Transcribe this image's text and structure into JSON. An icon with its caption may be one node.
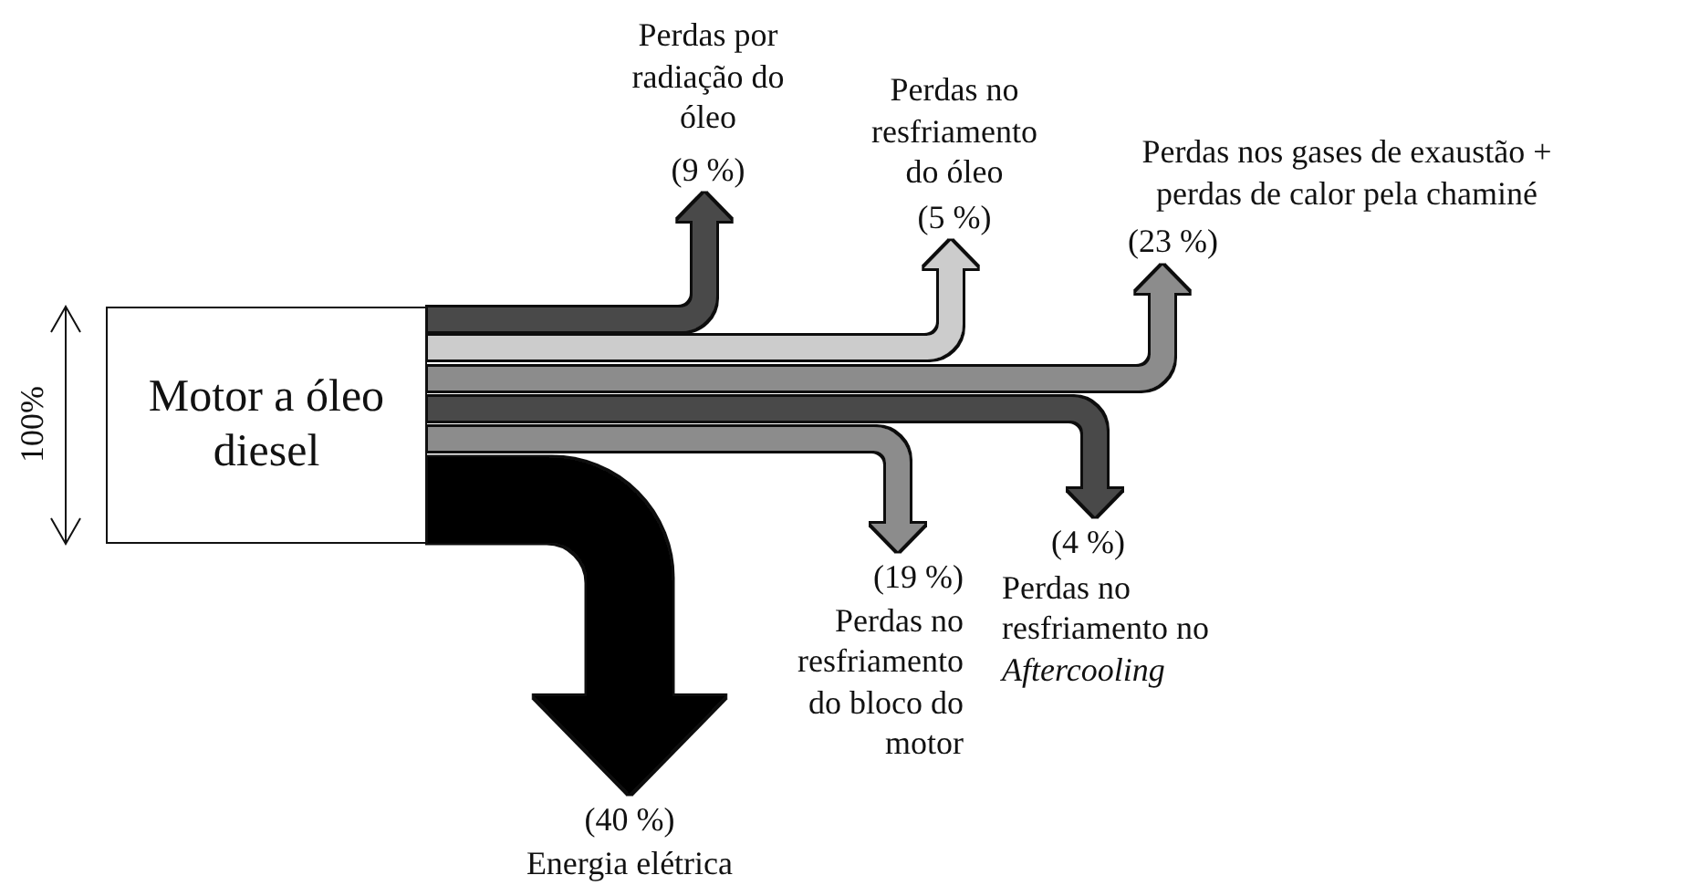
{
  "diagram": {
    "nodes": [
      {
        "text": [
          "Motor a óleo diesel"
        ]
      },
      {
        "text": [
          "Perdas por radiação do óleo",
          "(9 %)"
        ]
      },
      {
        "text": [
          "Perdas no resfriamento do óleo",
          "(5 %)"
        ]
      },
      {
        "text": [
          "Perdas nos gases de exaustão + perdas de calor pela chaminé",
          "(23 %)"
        ]
      },
      {
        "text": [
          "(4 %)",
          "Perdas no resfriamento no *Aftercooling*"
        ]
      },
      {
        "text": [
          "(19 %)",
          "Perdas no resfriamento do bloco do motor"
        ]
      },
      {
        "text": [
          "(40 %)",
          "Energia elétrica"
        ]
      }
    ],
    "edges": [
      {
        "from": 0,
        "to": 1,
        "arrow": "to",
        "color": "#4a4a4a"
      },
      {
        "from": 0,
        "to": 2,
        "arrow": "to",
        "color": "#cccccc"
      },
      {
        "from": 0,
        "to": 3,
        "arrow": "to",
        "color": "#8c8c8c"
      },
      {
        "from": 0,
        "to": 4,
        "arrow": "to",
        "color": "#4a4a4a"
      },
      {
        "from": 0,
        "to": 5,
        "arrow": "to",
        "color": "#8c8c8c"
      },
      {
        "from": 0,
        "to": 6,
        "arrow": "to",
        "style": "thick",
        "color": "#000000"
      }
    ],
    "labels": [
      "100%"
    ]
  }
}
